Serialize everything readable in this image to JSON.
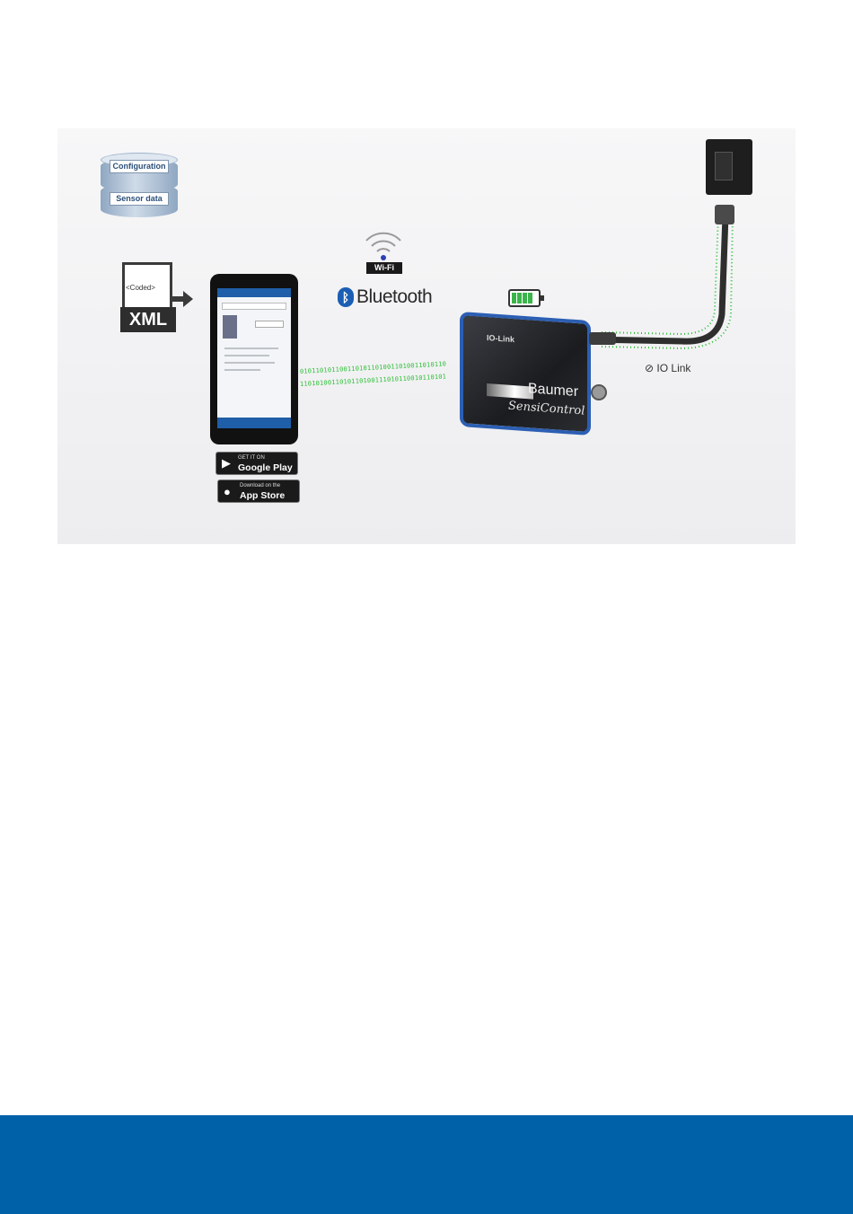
{
  "database": {
    "top_label": "Configuration",
    "bottom_label": "Sensor data"
  },
  "xml": {
    "code_text": "<Coded>",
    "label": "XML"
  },
  "wireless": {
    "wifi_label": "Wi-Fi",
    "bluetooth_label": "Bluetooth"
  },
  "binary": {
    "line1": "0101101011001101011010011010011010110",
    "line2": "1101010011010110100111010110010110101"
  },
  "device": {
    "top_text": "IO-Link",
    "brand": "Baumer",
    "model": "SensiControl"
  },
  "iolink": {
    "label": "IO Link"
  },
  "stores": {
    "google_small": "GET IT ON",
    "google_big": "Google Play",
    "apple_small": "Download on the",
    "apple_big": "App Store"
  },
  "icons": [
    "database-icon",
    "xml-file-icon",
    "wifi-icon",
    "bluetooth-icon",
    "battery-icon",
    "google-play-icon",
    "apple-icon",
    "iolink-icon"
  ],
  "colors": {
    "footer": "#0061a8",
    "data_stream": "#2bbf34",
    "device_accent": "#2c5fb3"
  }
}
